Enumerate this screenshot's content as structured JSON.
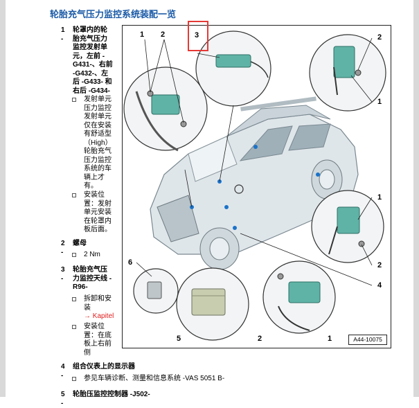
{
  "page_title": "轮胎充气压力监控系统装配一览",
  "figure": {
    "id": "A44-10075",
    "callouts": [
      "1",
      "2",
      "3",
      "2",
      "1",
      "1",
      "2",
      "6",
      "4",
      "5",
      "2",
      "1"
    ]
  },
  "items": [
    {
      "num": "1 -",
      "lines": [
        "轮罩内的轮",
        "胎充气压力",
        "监控发射单",
        "元，左前 -",
        "G431-、右前",
        "-G432-、左",
        "后 -G433- 和",
        "右后 -G434-"
      ]
    },
    {
      "num": "2 -",
      "lines": [
        "螺母"
      ]
    },
    {
      "num": "3 -",
      "lines": [
        "轮胎充气压",
        "力监控天线 -",
        "R96-"
      ]
    },
    {
      "num": "4 -",
      "lines": [
        "组合仪表上的显示器"
      ]
    },
    {
      "num": "5 -",
      "lines": [
        "轮胎压监控控制器 -J502-"
      ]
    }
  ],
  "bullets": {
    "b1a": [
      "发射单元",
      "压力监控",
      "发射单元",
      "仅在安装",
      "有舒适型",
      "（High）",
      "轮胎充气",
      "压力监控",
      "系统的车",
      "辆上才",
      "有。"
    ],
    "b1b": [
      "安装位",
      "置：发射",
      "单元安装",
      "在轮罩内",
      "板后面。"
    ],
    "b2a": [
      "2 Nm"
    ],
    "b3a": [
      "拆卸和安",
      "装"
    ],
    "b3a_link": "→ Kapitel",
    "b3b": [
      "安装位",
      "置：在底",
      "板上右前",
      "侧"
    ],
    "b4a": [
      "参见车辆诊断、测量和信息系统 -VAS 5051 B-"
    ]
  },
  "colors": {
    "title": "#1a5aa6",
    "sensor": "#5fb3a6",
    "highlight": "#e53935",
    "car_body": "#dfe6ea"
  }
}
